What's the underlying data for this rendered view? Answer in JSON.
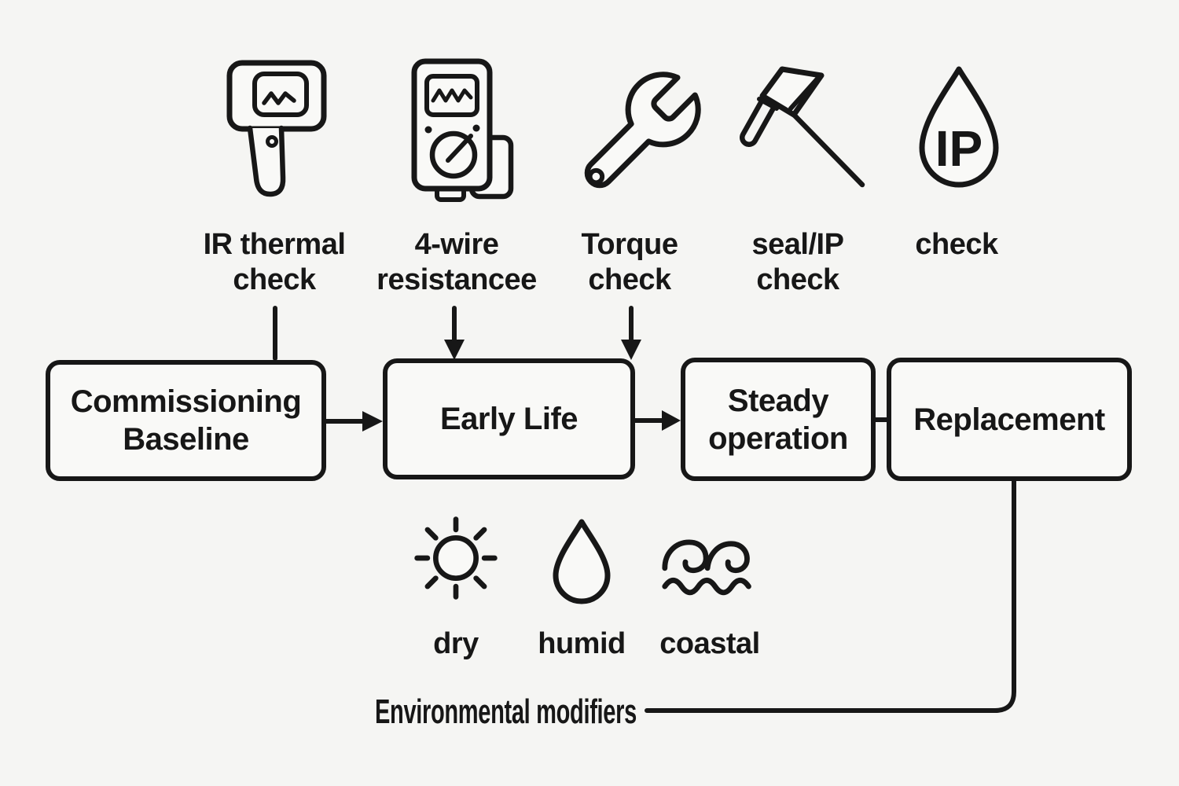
{
  "canvas": {
    "bg": "#f5f5f3",
    "box_fill": "#f9f9f7",
    "ink": "#171717"
  },
  "checks": [
    {
      "icon": "thermal-camera-icon",
      "label_lines": [
        "IR thermal",
        "check"
      ]
    },
    {
      "icon": "multimeter-icon",
      "label_lines": [
        "4-wire",
        "resistancee"
      ]
    },
    {
      "icon": "wrench-icon",
      "label_lines": [
        "Torque",
        "check"
      ]
    },
    {
      "icon": "inspection-hammer-icon",
      "label_lines": [
        "seal/IP",
        "check"
      ]
    },
    {
      "icon": "ip-droplet-icon",
      "label_lines": [
        "check"
      ],
      "icon_text": "IP"
    }
  ],
  "stages": [
    {
      "label_lines": [
        "Commissioning",
        "Baseline"
      ]
    },
    {
      "label_lines": [
        "Early Life"
      ]
    },
    {
      "label_lines": [
        "Steady",
        "operation"
      ]
    },
    {
      "label_lines": [
        "Replacement"
      ]
    }
  ],
  "environment": {
    "modifiers": [
      {
        "icon": "sun-icon",
        "label": "dry"
      },
      {
        "icon": "droplet-icon",
        "label": "humid"
      },
      {
        "icon": "waves-icon",
        "label": "coastal"
      }
    ],
    "caption": "Environmental modifiers"
  }
}
